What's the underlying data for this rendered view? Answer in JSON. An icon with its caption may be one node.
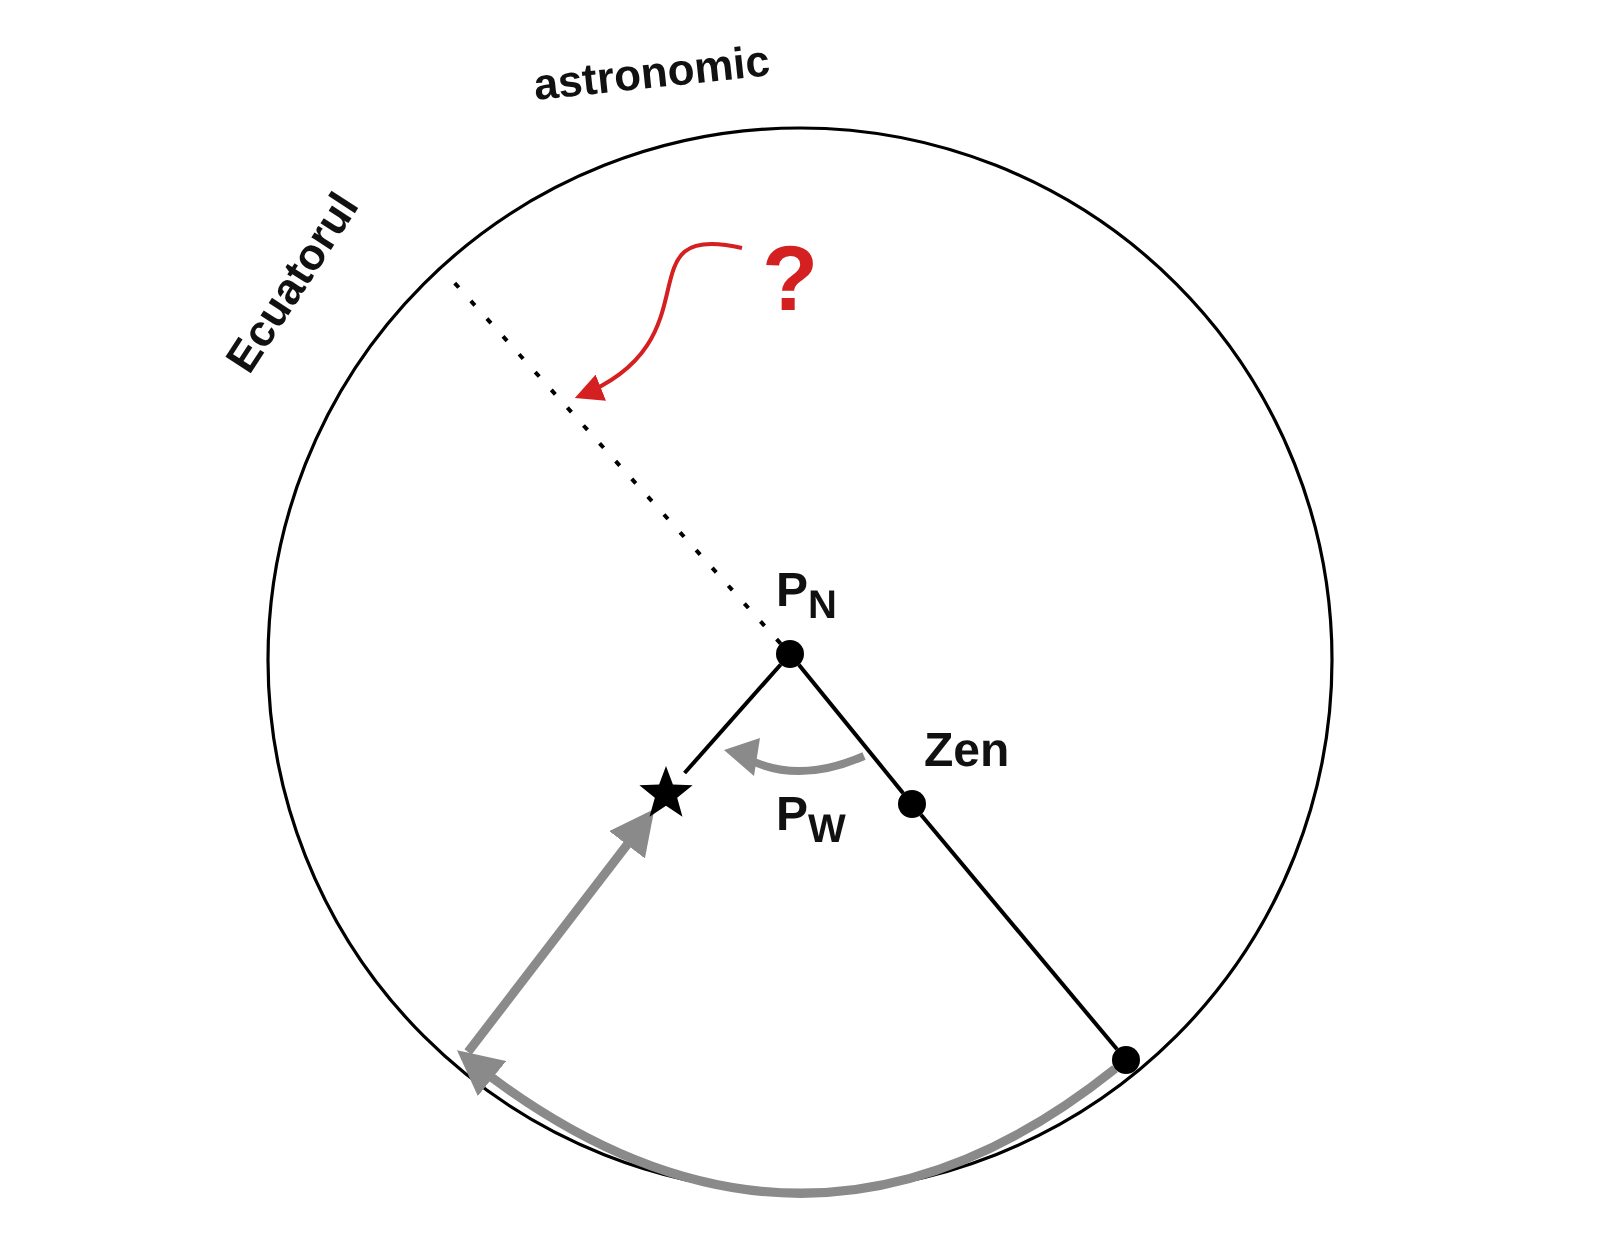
{
  "diagram": {
    "nodes": [
      {
        "text": [
          "?"
        ]
      },
      {
        "text": [],
        "shape": "circle",
        "beside": [
          "P$_{N}$"
        ]
      },
      {
        "text": [],
        "shape": "circle",
        "beside": [
          "Zen"
        ]
      },
      {
        "text": [],
        "shape": "circle"
      },
      {
        "text": [],
        "shape": "star"
      }
    ],
    "edges": [
      {
        "from": 0,
        "to": null,
        "arrow": "to",
        "color": "#d42020"
      },
      {
        "from": 1,
        "to": 4,
        "arrow": "none"
      },
      {
        "from": 1,
        "to": 2,
        "arrow": "none"
      },
      {
        "from": 2,
        "to": 3,
        "arrow": "none"
      },
      {
        "from": 1,
        "to": null,
        "arrow": "none",
        "style": "dashed"
      },
      {
        "from": 3,
        "to": null,
        "arrow": "to",
        "style": "thick",
        "color": "#8a8a8a"
      },
      {
        "from": null,
        "to": 4,
        "arrow": "to",
        "style": "thick",
        "color": "#8a8a8a"
      }
    ],
    "labels": [
      "Ecuatorul",
      "astronomic",
      "P$_{W}$"
    ]
  }
}
